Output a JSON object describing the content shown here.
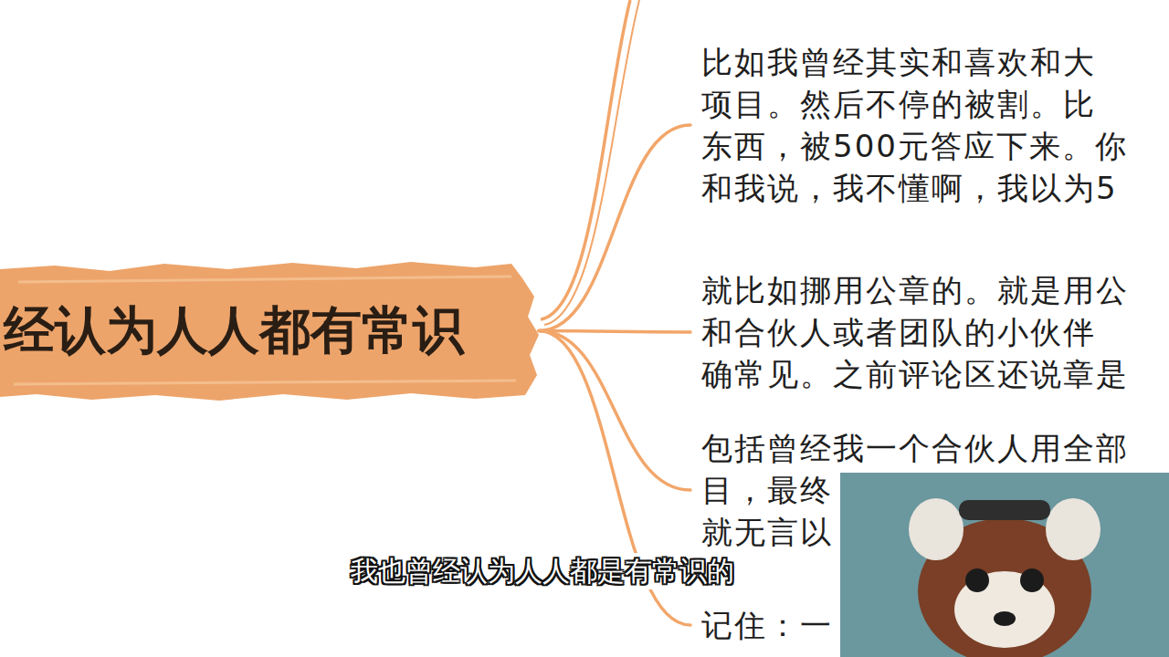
{
  "diagram": {
    "nodes": [
      {
        "text": [
          "经认为人人都有常识"
        ]
      },
      {
        "text": [
          "比如我曾经其实和喜欢和大 项目。然后不停的被割。比 东西，被500元答应下来。你 和我说，我不懂啊，我以为5"
        ]
      },
      {
        "text": [
          "就比如挪用公章的。就是用公 和合伙人或者团队的小伙伴 确常见。之前评论区还说章是"
        ]
      },
      {
        "text": [
          "包括曾经我一个合伙人用全部 目，最终 就无言以"
        ]
      },
      {
        "text": [
          "记住：一"
        ]
      }
    ],
    "edges": [
      {
        "from": 0,
        "to": 1,
        "arrow": "none"
      },
      {
        "from": 0,
        "to": 2,
        "arrow": "none"
      },
      {
        "from": 0,
        "to": 3,
        "arrow": "none"
      },
      {
        "from": 0,
        "to": 4,
        "arrow": "none"
      }
    ],
    "labels": [
      "我也曾经认为人人都是有常识的"
    ]
  }
}
